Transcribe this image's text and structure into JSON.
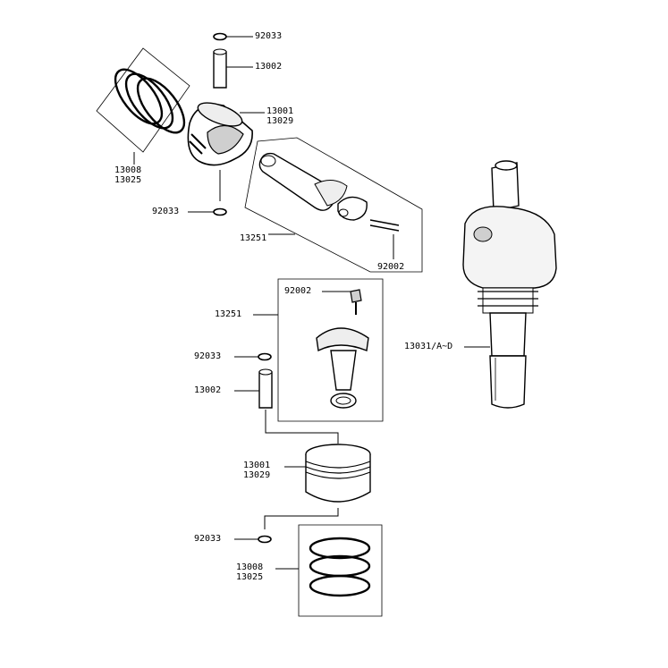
{
  "colors": {
    "ink": "#000000",
    "shade": "#cfcfcf",
    "light": "#eeeeee",
    "mid": "#9a9a9a"
  },
  "upper": {
    "circlip_top": "92033",
    "pin": "13002",
    "piston": [
      "13001",
      "13029"
    ],
    "rings": [
      "13008",
      "13025"
    ],
    "circlip_bottom": "92033",
    "conrod": "13251",
    "bolt": "92002"
  },
  "crankshaft": {
    "label": "13031/A~D"
  },
  "lower": {
    "bolt": "92002",
    "conrod": "13251",
    "circlip_top": "92033",
    "pin": "13002",
    "piston": [
      "13001",
      "13029"
    ],
    "circlip_bottom": "92033",
    "rings": [
      "13008",
      "13025"
    ]
  }
}
